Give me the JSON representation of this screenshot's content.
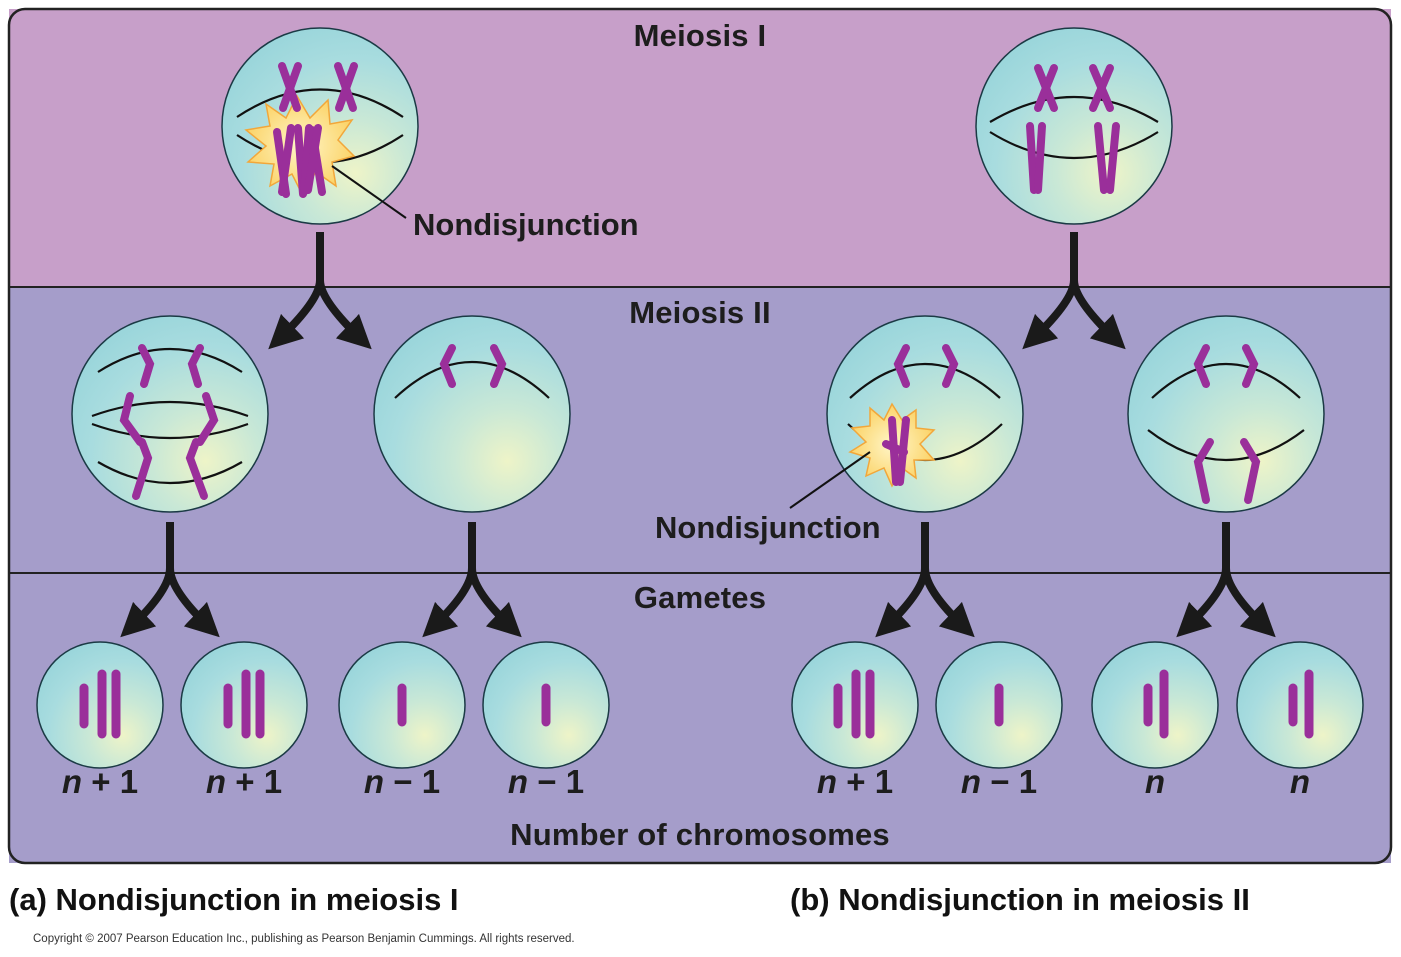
{
  "stages": {
    "meiosis_1": "Meiosis I",
    "meiosis_2": "Meiosis II",
    "gametes": "Gametes"
  },
  "callouts": {
    "nondisjunction_a": "Nondisjunction",
    "nondisjunction_b": "Nondisjunction"
  },
  "gamete_counts": {
    "a": [
      {
        "n": "n",
        "rest": "+ 1"
      },
      {
        "n": "n",
        "rest": "+ 1"
      },
      {
        "n": "n",
        "rest": "− 1"
      },
      {
        "n": "n",
        "rest": "− 1"
      }
    ],
    "b": [
      {
        "n": "n",
        "rest": "+ 1"
      },
      {
        "n": "n",
        "rest": "− 1"
      },
      {
        "n": "n",
        "rest": ""
      },
      {
        "n": "n",
        "rest": ""
      }
    ]
  },
  "bottom_label": "Number of chromosomes",
  "captions": {
    "a": "(a) Nondisjunction in meiosis I",
    "b": "(b) Nondisjunction in meiosis II"
  },
  "copyright": "Copyright © 2007 Pearson Education Inc., publishing as Pearson Benjamin Cummings. All rights reserved.",
  "colors": {
    "meiosis_1_band": "#c79fc9",
    "meiosis_2_band": "#a59dca",
    "gametes_band": "#a59dca",
    "cell_fill": "#a8dcdf",
    "chromosome": "#9a2f9a",
    "burst": "#fbd46a"
  }
}
